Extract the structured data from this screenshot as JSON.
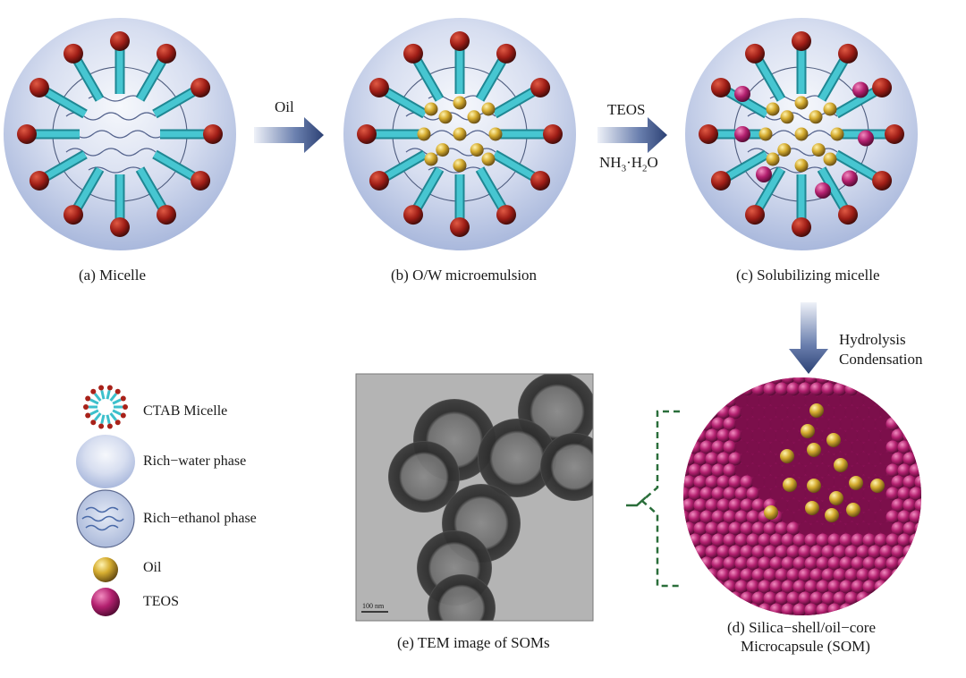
{
  "panels": {
    "a_caption": "(a) Micelle",
    "b_caption": "(b) O/W microemulsion",
    "c_caption": "(c) Solubilizing micelle",
    "d_caption_line1": "(d) Silica−shell/oil−core",
    "d_caption_line2": "Microcapsule (SOM)",
    "e_caption": "(e) TEM image of SOMs",
    "tem_scale": "100 nm"
  },
  "arrows": {
    "oil": "Oil",
    "teos": "TEOS",
    "nh3": "NH",
    "nh3_sub": "3",
    "dot": "·",
    "h": "H",
    "h_sub": "2",
    "o": "O",
    "hydrolysis": "Hydrolysis",
    "condensation": "Condensation"
  },
  "legend": {
    "ctab": "CTAB Micelle",
    "water": "Rich−water phase",
    "ethanol": "Rich−ethanol phase",
    "oil": "Oil",
    "teos": "TEOS"
  },
  "colors": {
    "tail": "#3cc0cc",
    "head": "#a8221a",
    "oil": "#c9a22a",
    "teos": "#b0206e",
    "phase": "#c0cde8",
    "arrow": "#3e5486"
  }
}
